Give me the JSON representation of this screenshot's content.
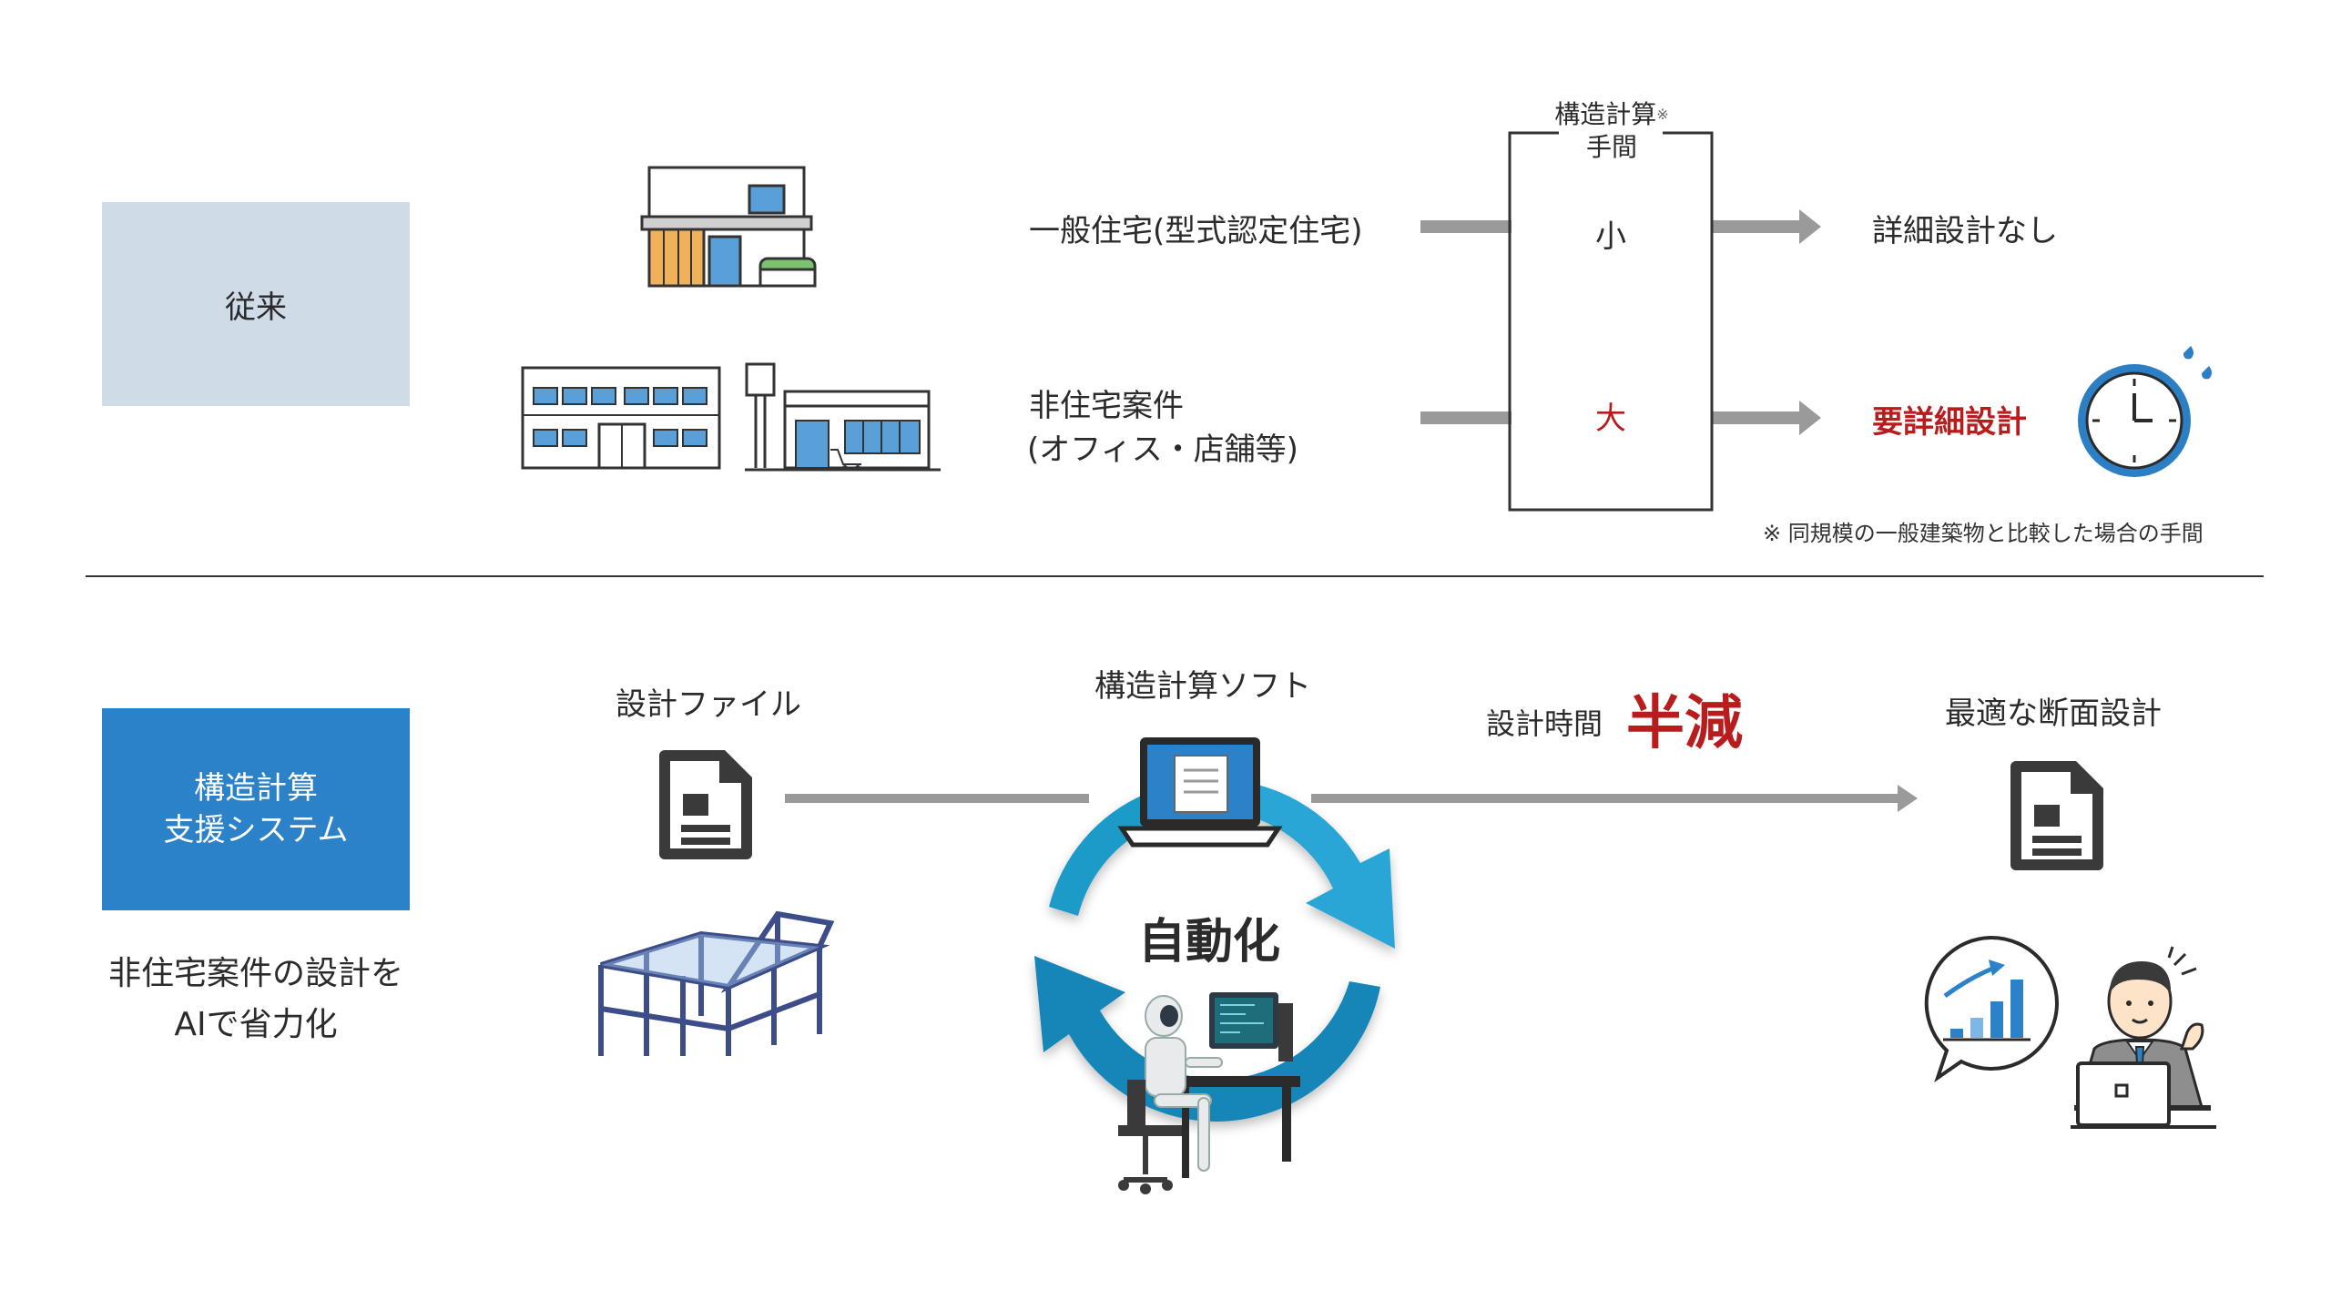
{
  "top": {
    "label": "従来",
    "row1_text": "一般住宅(型式認定住宅)",
    "row2_line1": "非住宅案件",
    "row2_line2": "(オフィス・店舗等)",
    "box_header_line1": "構造計算",
    "box_header_mark": "※",
    "box_header_line2": "手間",
    "box_small": "小",
    "box_large": "大",
    "result1": "詳細設計なし",
    "result2": "要詳細設計",
    "footnote": "※ 同規模の一般建築物と比較した場合の手間"
  },
  "bottom": {
    "label_line1": "構造計算",
    "label_line2": "支援システム",
    "desc_line1": "非住宅案件の設計を",
    "desc_line2": "AIで省力化",
    "design_file": "設計ファイル",
    "software": "構造計算ソフト",
    "time_label": "設計時間",
    "time_value": "半減",
    "auto": "自動化",
    "optimal": "最適な断面設計"
  },
  "colors": {
    "top_label_bg": "#cfdbe6",
    "bottom_label_bg": "#2c82c9",
    "red": "#b81c1c",
    "arrow_gray": "#9a9a9a",
    "cycle_blue": "#1e9ac8"
  },
  "icons": [
    "house-icon",
    "office-building-icon",
    "store-icon",
    "clock-icon",
    "document-icon",
    "steel-frame-icon",
    "laptop-icon",
    "cycle-arrows-icon",
    "robot-icon",
    "businessman-icon",
    "chart-bubble-icon"
  ]
}
